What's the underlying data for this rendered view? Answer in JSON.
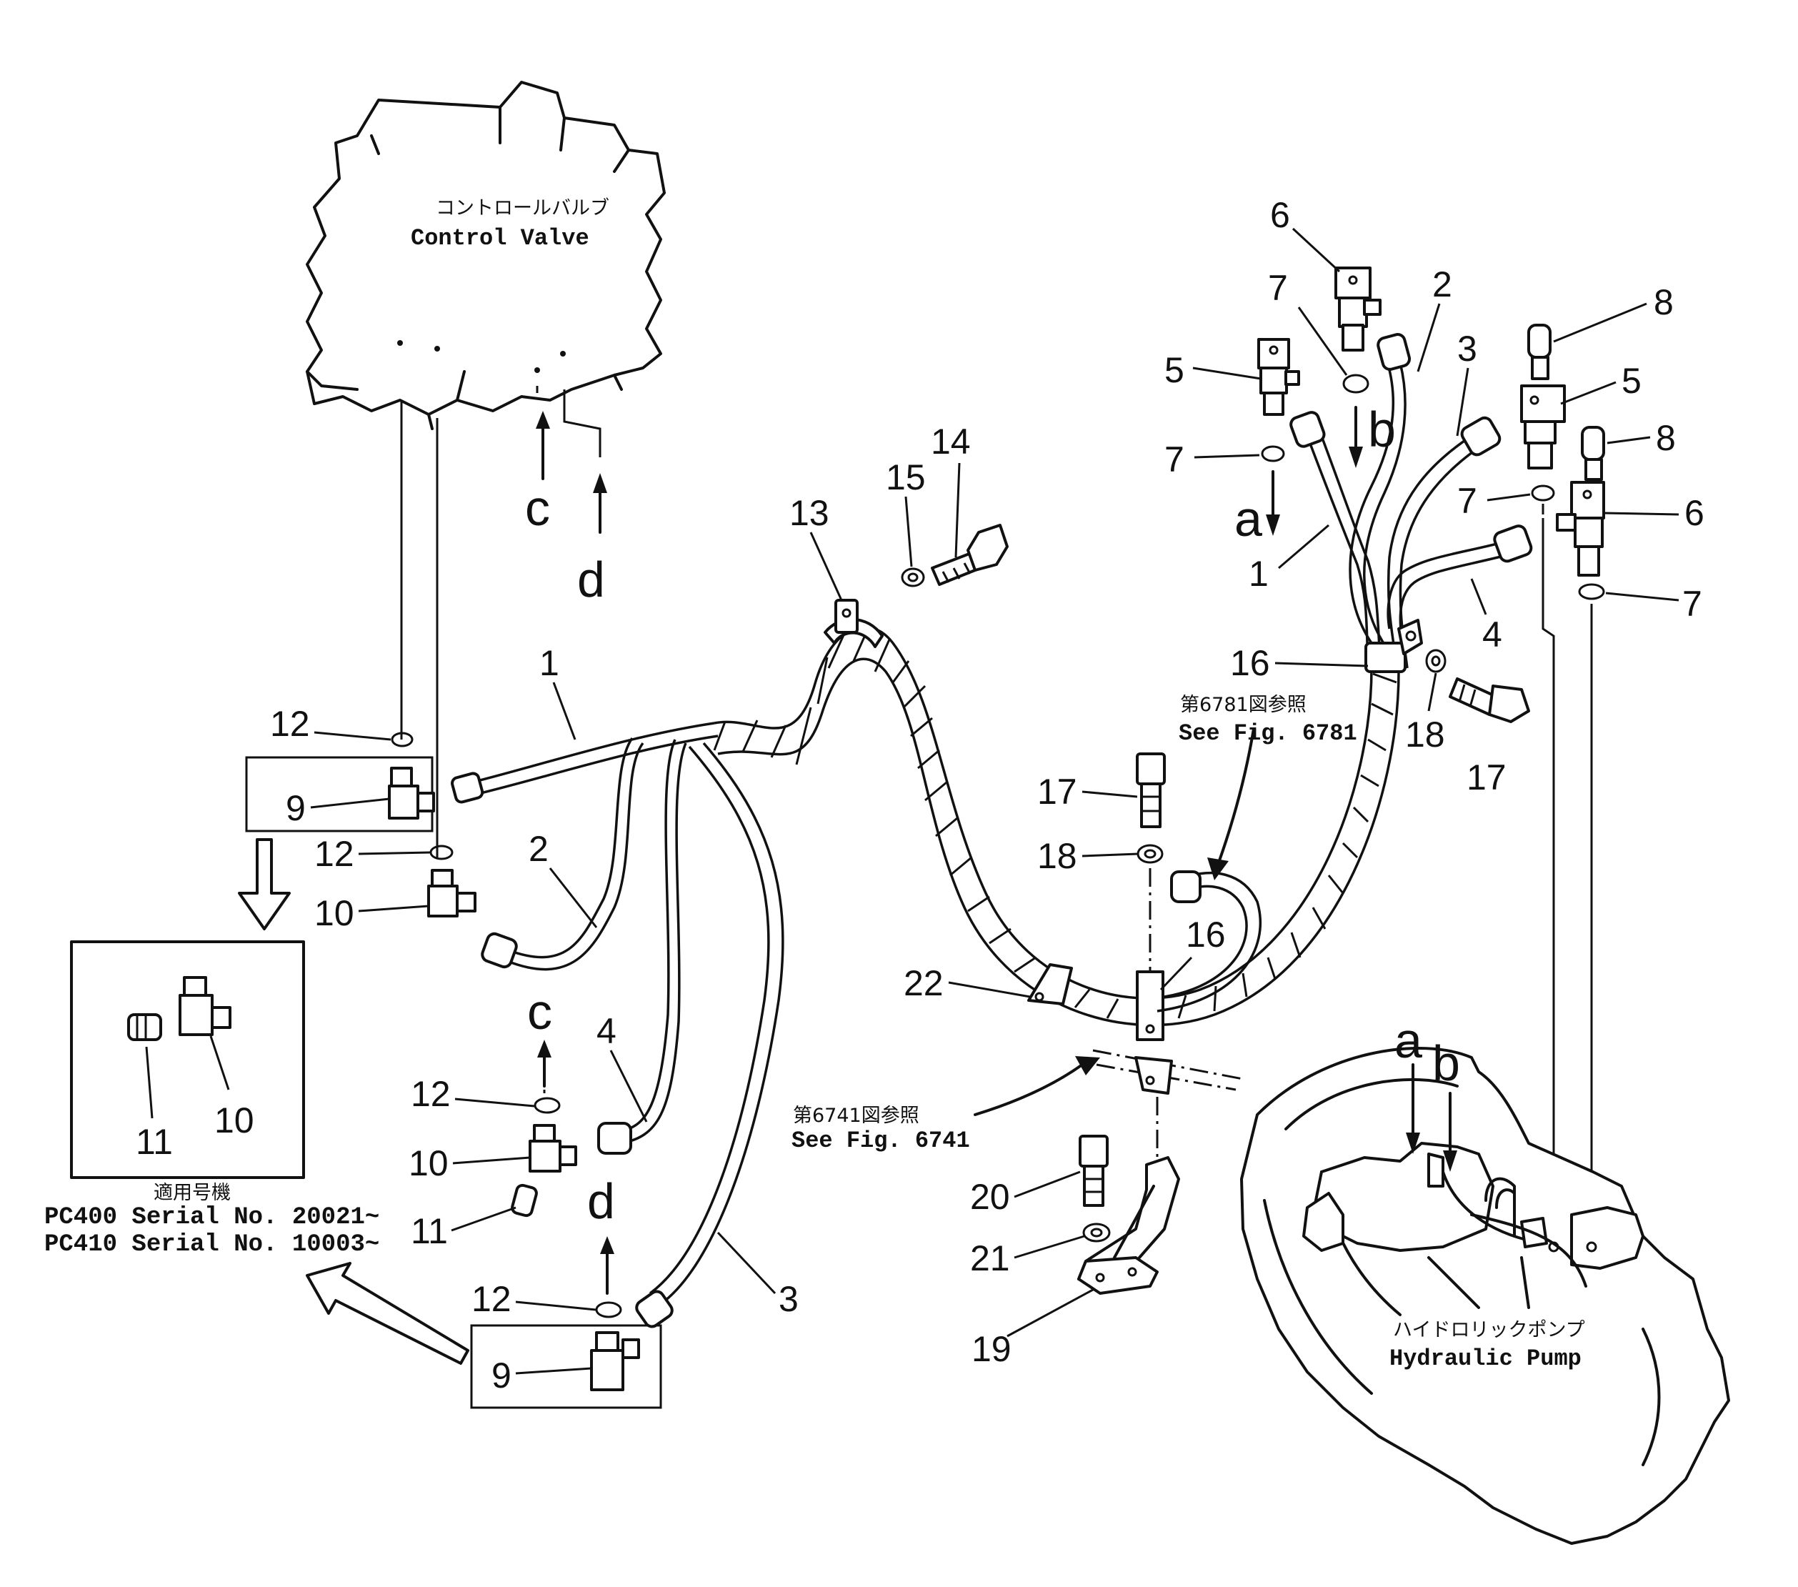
{
  "components": {
    "control_valve": {
      "jp": "コントロールバルブ",
      "en": "Control Valve"
    },
    "hydraulic_pump": {
      "jp": "ハイドロリックポンプ",
      "en": "Hydraulic Pump"
    }
  },
  "references": {
    "fig_6781": {
      "jp": "第6781図参照",
      "en": "See Fig. 6781"
    },
    "fig_6741": {
      "jp": "第6741図参照",
      "en": "See Fig. 6741"
    }
  },
  "applicability": {
    "title": "適用号機",
    "lines": [
      "PC400  Serial  No.  20021~",
      "PC410  Serial  No.  10003~"
    ]
  },
  "connection_letters": {
    "a": "a",
    "b": "b",
    "c": "c",
    "d": "d"
  },
  "callouts": {
    "n1": "1",
    "n2": "2",
    "n3": "3",
    "n4": "4",
    "n5": "5",
    "n6": "6",
    "n7": "7",
    "n8": "8",
    "n9": "9",
    "n10": "10",
    "n11": "11",
    "n12": "12",
    "n13": "13",
    "n14": "14",
    "n15": "15",
    "n16": "16",
    "n17": "17",
    "n18": "18",
    "n19": "19",
    "n20": "20",
    "n21": "21",
    "n22": "22"
  }
}
